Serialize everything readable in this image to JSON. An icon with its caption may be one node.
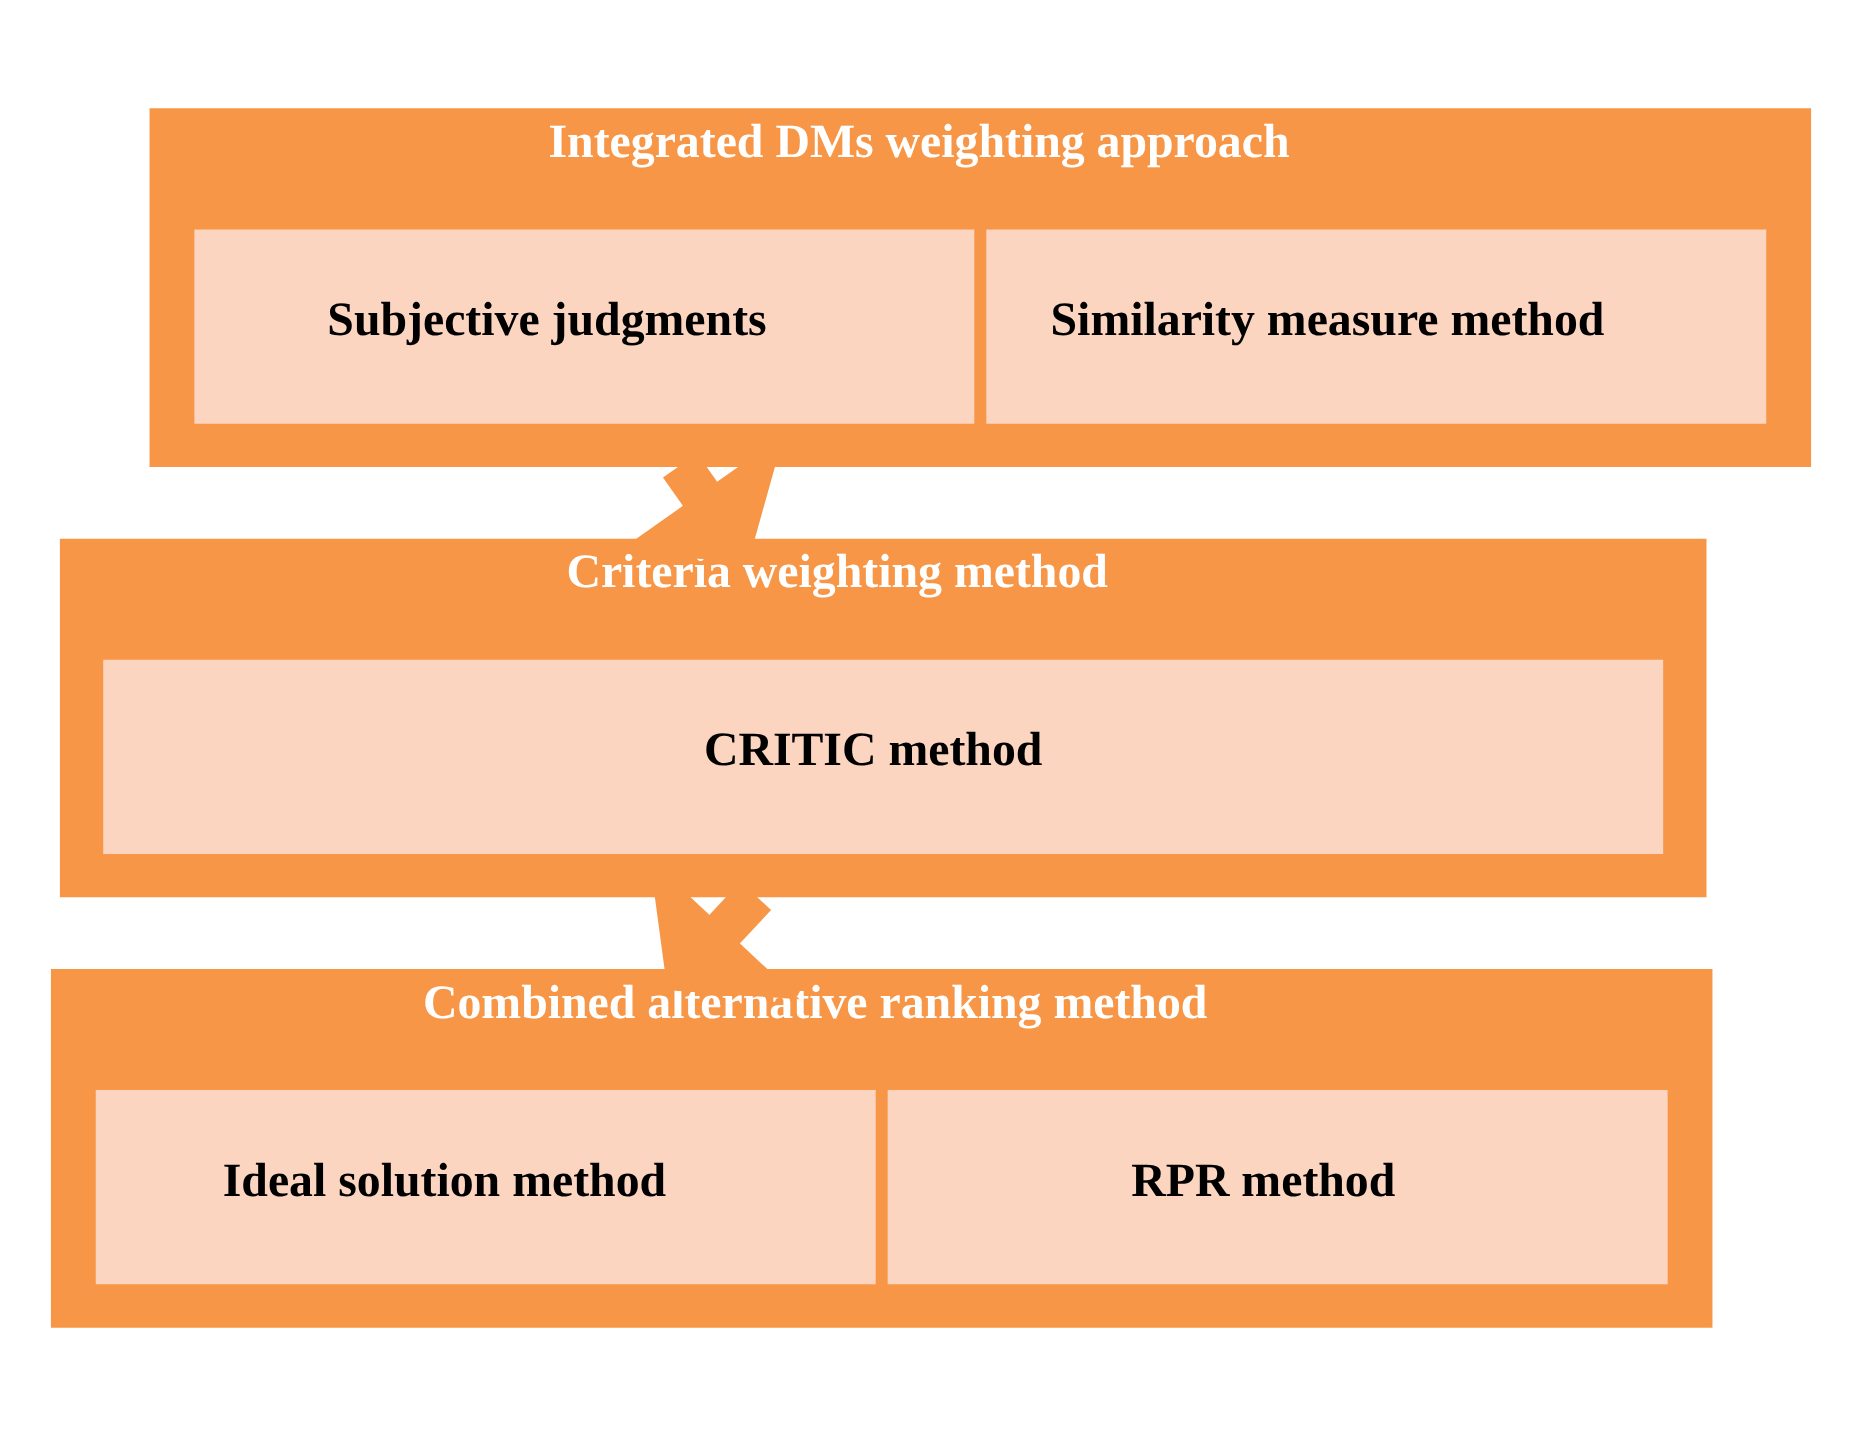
{
  "diagram": {
    "nodes": [
      {
        "text": [
          "Integrated DMs weighting approach"
        ]
      },
      {
        "text": [
          "Subjective judgments"
        ],
        "in": 0
      },
      {
        "text": [
          "Similarity measure method"
        ],
        "in": 0
      },
      {
        "text": [
          "Criteria weighting method"
        ]
      },
      {
        "text": [
          "CRITIC method"
        ],
        "in": 3
      },
      {
        "text": [
          "Combined alternative ranking method"
        ]
      },
      {
        "text": [
          "Ideal solution method"
        ],
        "in": 5
      },
      {
        "text": [
          "RPR method"
        ],
        "in": 5
      }
    ],
    "edges": [
      {
        "from": 0,
        "to": 3,
        "arrow": "to"
      },
      {
        "from": 3,
        "to": 5,
        "arrow": "to"
      }
    ]
  }
}
